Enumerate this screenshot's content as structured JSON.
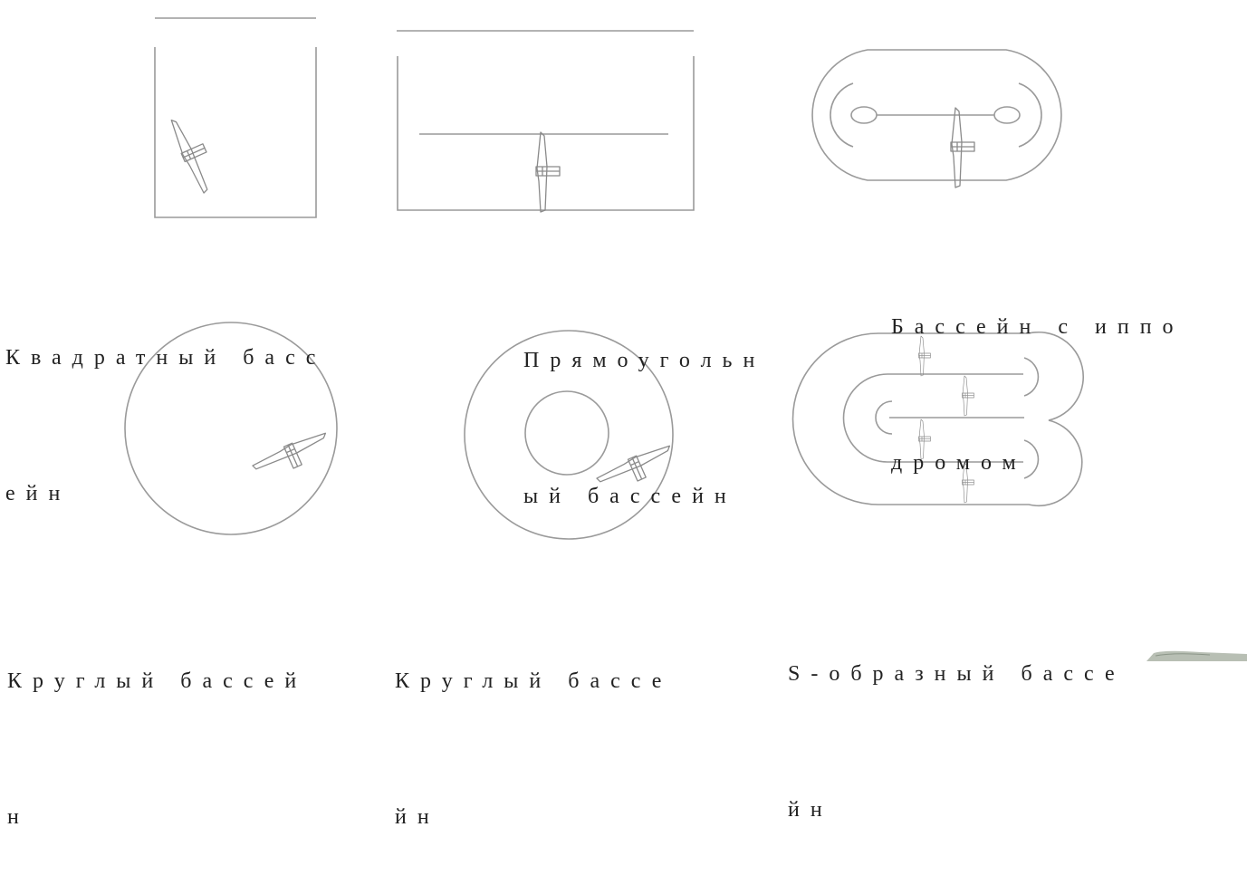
{
  "captions": {
    "square": [
      "Квадратный басс",
      "ейн"
    ],
    "rectangular": [
      "Прямоугольн",
      "ый бассейн"
    ],
    "racetrack": [
      "Бассейн с иппо",
      "дромом"
    ],
    "circular_1": [
      "Круглый бассей",
      "н"
    ],
    "circular_2": [
      "Круглый бассе",
      "йн"
    ],
    "s_shaped": [
      "S-образный бассе",
      "йн"
    ]
  },
  "colors": {
    "line": "#9a9a9a",
    "text": "#222222"
  }
}
